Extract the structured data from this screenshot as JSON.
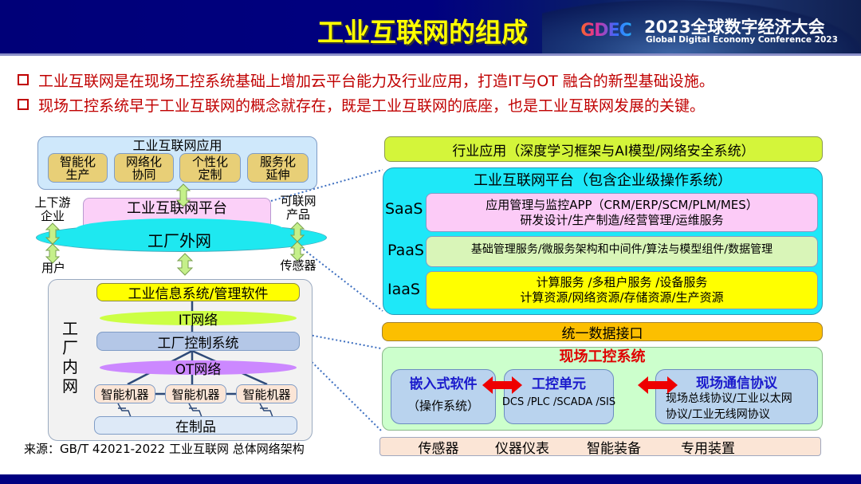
{
  "header": {
    "title": "工业互联网的组成",
    "logo_text": "GDEC",
    "conference_cn": "2023全球数字经济大会",
    "conference_en": "Global Digital Economy Conference 2023"
  },
  "bullets": [
    "工业互联网是在现场工控系统基础上增加云平台能力及行业应用，打造IT与OT 融合的新型基础设施。",
    "现场工控系统早于工业互联网的概念就存在，既是工业互联网的底座，也是工业互联网发展的关键。"
  ],
  "left": {
    "app_title": "工业互联网应用",
    "apps": [
      [
        "智能化",
        "生产"
      ],
      [
        "网络化",
        "协同"
      ],
      [
        "个性化",
        "定制"
      ],
      [
        "服务化",
        "延伸"
      ]
    ],
    "platform": "工业互联网平台",
    "external_net": "工厂外网",
    "upstream": [
      "上下游",
      "企业"
    ],
    "user": "用户",
    "products": [
      "可联网",
      "产品"
    ],
    "sensor": "传感器",
    "internal_label": [
      "工",
      "厂",
      "内",
      "网"
    ],
    "info_system": "工业信息系统/管理软件",
    "it_net": "IT网络",
    "control_system": "工厂控制系统",
    "ot_net": "OT网络",
    "machines": [
      "智能机器",
      "智能机器",
      "智能机器"
    ],
    "wip": "在制品",
    "source": "来源：GB/T 42021-2022 工业互联网  总体网络架构"
  },
  "right": {
    "industry_app": "行业应用（深度学习框架与AI模型/网络安全系统）",
    "platform_title": "工业互联网平台（包含企业级操作系统）",
    "saas": {
      "label": "SaaS",
      "lines": [
        "应用管理与监控APP（CRM/ERP/SCM/PLM/MES）",
        "研发设计/生产制造/经营管理/运维服务"
      ]
    },
    "paas": {
      "label": "PaaS",
      "lines": [
        "基础管理服务/微服务架构和中间件/算法与模型组件/数据管理"
      ]
    },
    "iaas": {
      "label": "IaaS",
      "lines": [
        "计算服务 /多租户服务 /设备服务",
        "计算资源/网络资源/存储资源/生产资源"
      ]
    },
    "data_interface": "统一数据接口",
    "field_title": "现场工控系统",
    "embedded": {
      "title": "嵌入式软件",
      "sub": "（操作系统）"
    },
    "control_unit": {
      "title": "工控单元",
      "sub": "DCS /PLC /SCADA /SIS"
    },
    "field_protocol": {
      "title": "现场通信协议",
      "lines": [
        "现场总线协议/工业以太网",
        "协议/工业无线网协议"
      ]
    },
    "devices": [
      "传感器",
      "仪器仪表",
      "智能装备",
      "专用装置"
    ]
  },
  "colors": {
    "title": "#ffff00",
    "bullet": "#c00000",
    "field_title": "#e00000",
    "unit_title": "#1a1acc"
  }
}
